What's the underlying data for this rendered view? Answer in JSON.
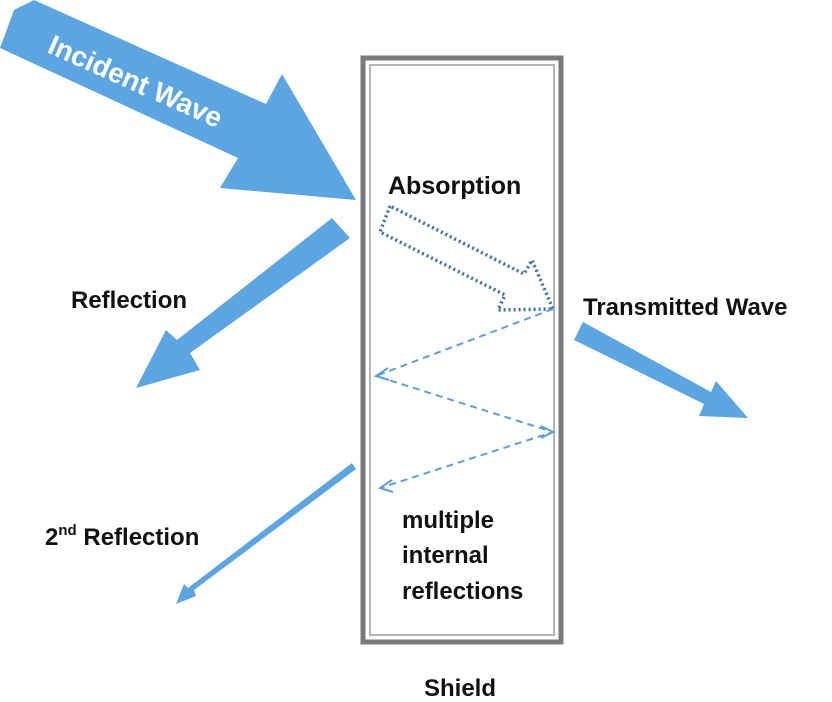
{
  "labels": {
    "incident": "Incident Wave",
    "absorption": "Absorption",
    "reflection": "Reflection",
    "transmitted": "Transmitted Wave",
    "second_reflection_num": "2",
    "second_reflection_sup": "nd",
    "second_reflection_word": " Reflection",
    "multiple_line1": "multiple",
    "multiple_line2": "internal",
    "multiple_line3": "reflections",
    "shield": "Shield"
  },
  "colors": {
    "arrow_fill": "#5ba6e2",
    "arrow_dark": "#3f7fc0",
    "dashed_line": "#5aa0de",
    "dotted_arrow": "#3a6fb0",
    "shield_border": "#808080",
    "text": "#111111"
  }
}
